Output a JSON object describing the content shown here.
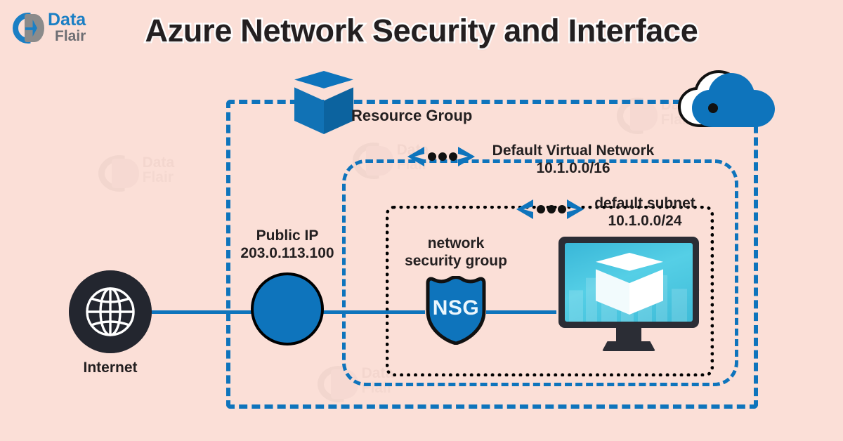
{
  "page": {
    "title": "Azure Network Security and Interface",
    "background_color": "#fbdfd7",
    "accent_color": "#0e74bc",
    "text_color": "#231f20"
  },
  "logo": {
    "name": "DataFlair",
    "word_1": "Data",
    "word_2": "Flair",
    "word_1_color": "#1b7fc4",
    "word_2_color": "#6e6e73"
  },
  "watermarks": [
    {
      "word_1": "Data",
      "word_2": "Flair"
    },
    {
      "word_1": "Data",
      "word_2": "Flair"
    },
    {
      "word_1": "Data",
      "word_2": "Flair"
    },
    {
      "word_1": "Data",
      "word_2": "Flair"
    },
    {
      "word_1": "Data",
      "word_2": "Flair"
    }
  ],
  "diagram": {
    "resource_group": {
      "label": "Resource Group",
      "border_style": "dashed",
      "border_color": "#0e74bc"
    },
    "virtual_network": {
      "label": "Default Virtual Network",
      "cidr": "10.1.0.0/16",
      "border_style": "dashed",
      "border_color": "#0e74bc"
    },
    "subnet": {
      "label": "default subnet",
      "cidr": "10.1.0.0/24",
      "border_style": "dotted",
      "border_color": "#000000"
    },
    "internet": {
      "label": "Internet",
      "icon": "globe-icon",
      "circle_color": "#23262f"
    },
    "public_ip": {
      "label": "Public IP",
      "address": "203.0.113.100",
      "circle_color": "#0e74bc"
    },
    "nsg": {
      "label_line_1": "network",
      "label_line_2": "security group",
      "badge_text": "NSG",
      "shield_color": "#0e74bc"
    },
    "virtual_machine": {
      "icon": "monitor-vm-icon",
      "screen_color": "#4bc6e0"
    },
    "cloud": {
      "icon": "cloud-icon",
      "color": "#0e74bc"
    },
    "resource_group_icon": {
      "icon": "cube-icon",
      "color": "#0e74bc"
    },
    "markers": [
      {
        "icon": "chevron-dots-marker",
        "for": "virtual-network"
      },
      {
        "icon": "chevron-dots-marker",
        "for": "subnet"
      }
    ],
    "connections": [
      {
        "from": "internet",
        "to": "public-ip"
      },
      {
        "from": "public-ip",
        "to": "nsg"
      },
      {
        "from": "nsg",
        "to": "virtual-machine"
      }
    ]
  }
}
